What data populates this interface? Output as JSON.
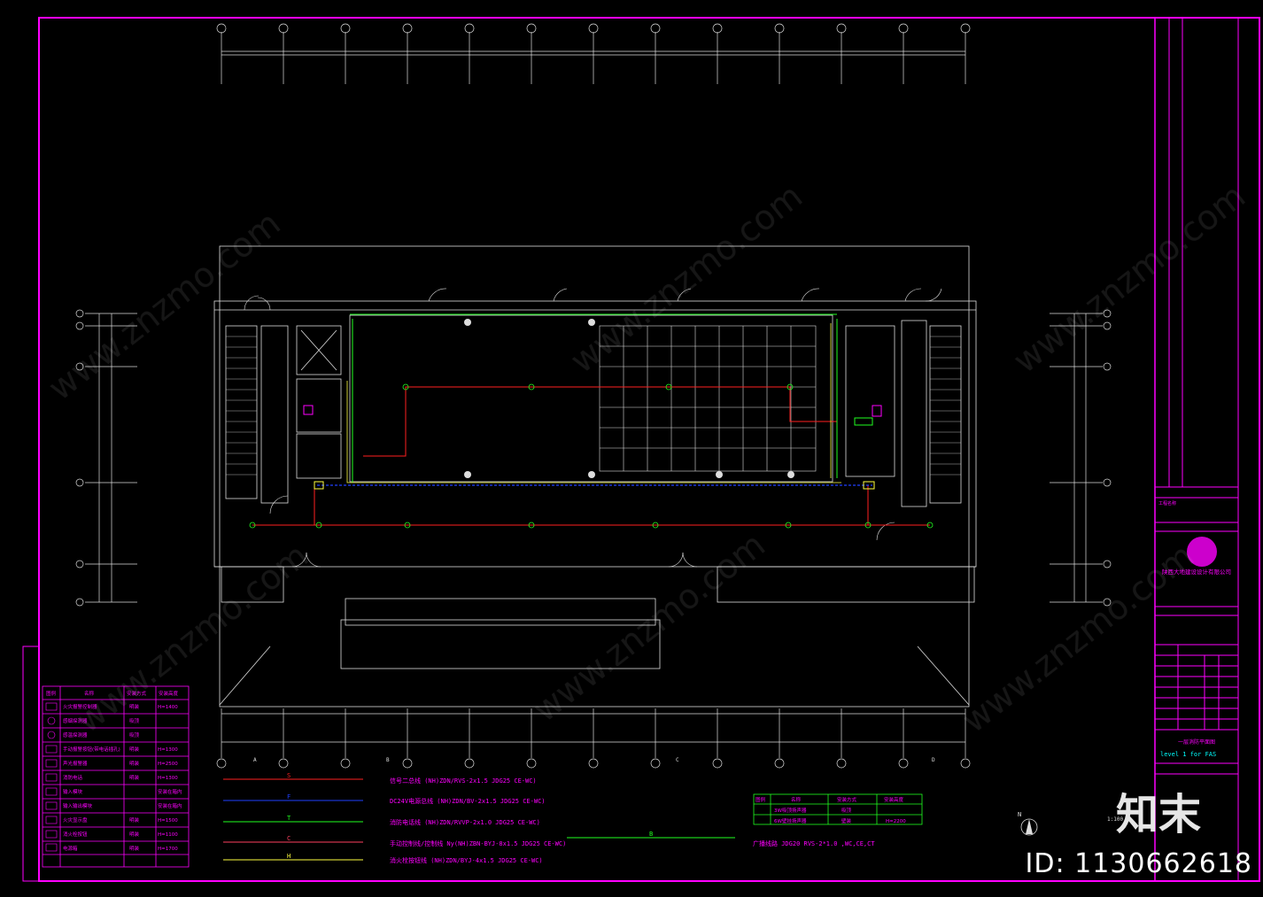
{
  "colors": {
    "frame": "#ff00ff",
    "red": "#ff2020",
    "blue": "#2040ff",
    "green": "#20ff20",
    "cyan": "#00ffff",
    "yellow": "#ffff40",
    "white": "#dddddd"
  },
  "plan": {
    "lower_left_label": "B",
    "lower_mid_label": "C",
    "lower_right_label": "D",
    "lower_a_label": "A"
  },
  "legend_lines": [
    {
      "letter": "S",
      "color": "#ff2020",
      "text": "信号二总线 (NH)ZDN/RVS-2x1.5 JDG25 CE-WC)"
    },
    {
      "letter": "F",
      "color": "#2040ff",
      "text": "DC24V电源总线 (NH)ZDN/BV-2x1.5 JDG25 CE-WC)"
    },
    {
      "letter": "T",
      "color": "#20ff20",
      "text": "消防电话线 (NH)ZDN/RVVP-2x1.0 JDG25 CE-WC)"
    },
    {
      "letter": "C",
      "color": "#ff4060",
      "text": "手动控制线/控制线 Ny(NH)ZBN-BYJ-8x1.5 JDG25 CE-WC)"
    },
    {
      "letter": "H",
      "color": "#ffff40",
      "text": "消火栓按钮线 (NH)ZDN/BYJ-4x1.5 JDG25 CE-WC)"
    }
  ],
  "broadcast_line_text": "广播线路 JDG20 RVS-2*1.0 ,WC,CE,CT",
  "broadcast_letter": "B",
  "legend_table": {
    "headers": [
      "图例",
      "名称",
      "安装方式",
      "安装高度"
    ],
    "rows": [
      [
        "",
        "火灾报警控制器",
        "明装",
        "H=1400"
      ],
      [
        "",
        "感烟探测器",
        "吸顶",
        ""
      ],
      [
        "",
        "感温探测器",
        "吸顶",
        ""
      ],
      [
        "",
        "手动报警按钮(带电话插孔)",
        "明装",
        "H=1300"
      ],
      [
        "",
        "声光报警器",
        "明装",
        "H=2500"
      ],
      [
        "",
        "消防电话",
        "明装",
        "H=1300"
      ],
      [
        "",
        "输入模块",
        "安装在箱内",
        ""
      ],
      [
        "",
        "输入输出模块",
        "安装在箱内",
        ""
      ],
      [
        "",
        "火灾显示盘",
        "明装",
        "H=1500"
      ],
      [
        "",
        "消火栓按钮",
        "明装",
        "H=1100"
      ],
      [
        "",
        "电源箱",
        "明装",
        "H=1700"
      ]
    ]
  },
  "small_table": {
    "headers": [
      "图例",
      "名称",
      "安装方式",
      "安装高度"
    ],
    "rows": [
      [
        "",
        "3W吸顶扬声器",
        "吸顶",
        ""
      ],
      [
        "",
        "6W壁挂扬声器",
        "壁装",
        "H=2200"
      ]
    ]
  },
  "title_block": {
    "company": "陕西大地建设设计有限公司",
    "drawing_title_cn": "一层消防平面图",
    "drawing_title_en": "level 1 for FAS",
    "scale": "1:100",
    "project_label": "工程名称"
  },
  "north_label": "N",
  "watermark": "www.znzmo.com",
  "logo_text": "知末",
  "id_text": "ID: 1130662618"
}
